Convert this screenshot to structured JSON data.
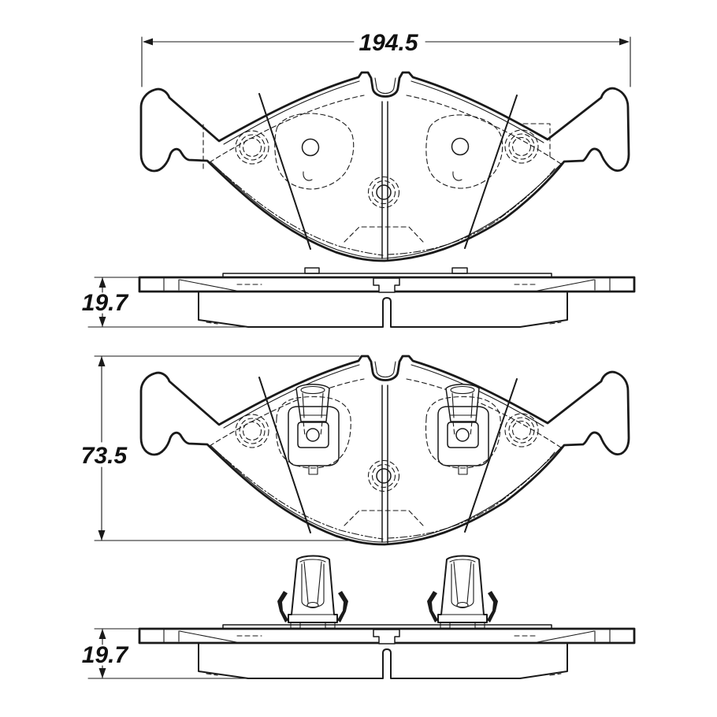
{
  "drawing": {
    "type": "brake-pad-technical-drawing",
    "background": "#ffffff",
    "ink": "#1a1a1a",
    "views": [
      {
        "name": "pad-front-view-top"
      },
      {
        "name": "pad-side-view-upper"
      },
      {
        "name": "pad-front-view-with-wear-sensors"
      },
      {
        "name": "pad-side-view-lower-with-wear-sensors"
      }
    ],
    "dimensions": {
      "overall_width": "194.5",
      "upper_thickness": "19.7",
      "pad_height": "73.5",
      "lower_thickness": "19.7"
    }
  }
}
